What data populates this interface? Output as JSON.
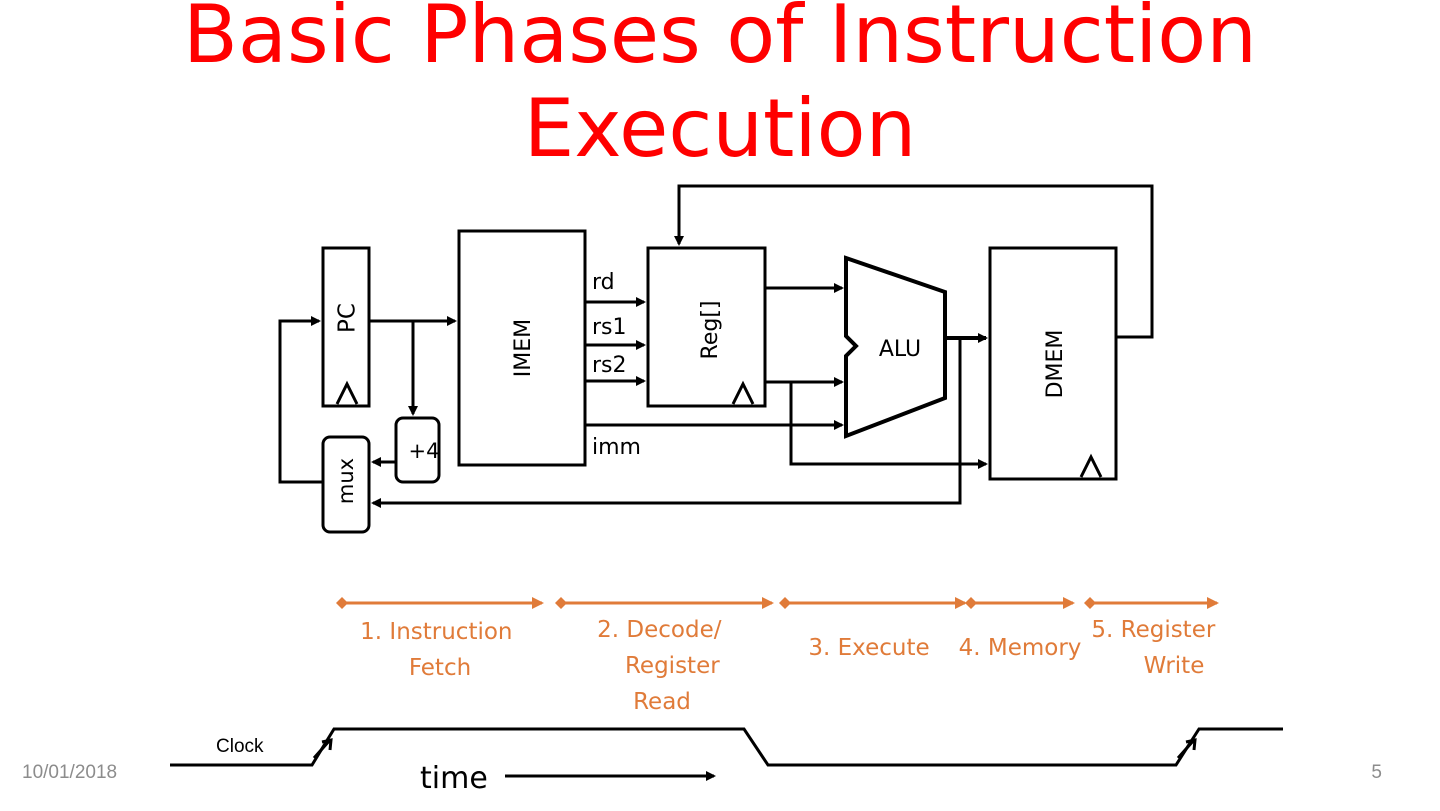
{
  "title": {
    "line1": "Basic Phases of Instruction",
    "line2": "Execution"
  },
  "datapath": {
    "pc": "PC",
    "imem": "IMEM",
    "reg": "Reg[]",
    "alu": "ALU",
    "dmem": "DMEM",
    "mux": "mux",
    "plus4": "+4",
    "rd": "rd",
    "rs1": "rs1",
    "rs2": "rs2",
    "imm": "imm"
  },
  "phases": [
    {
      "lines": [
        "1. Instruction",
        "Fetch"
      ]
    },
    {
      "lines": [
        "2. Decode/",
        "Register",
        "Read"
      ]
    },
    {
      "lines": [
        "3. Execute"
      ]
    },
    {
      "lines": [
        "4. Memory"
      ]
    },
    {
      "lines": [
        "5. Register",
        "Write"
      ]
    }
  ],
  "clock_label": "Clock",
  "time_label": "time",
  "footer": {
    "date": "10/01/2018",
    "page": "5"
  },
  "colors": {
    "title": "#ff0000",
    "phase": "#e07b39",
    "footer": "#8c8c8c"
  }
}
